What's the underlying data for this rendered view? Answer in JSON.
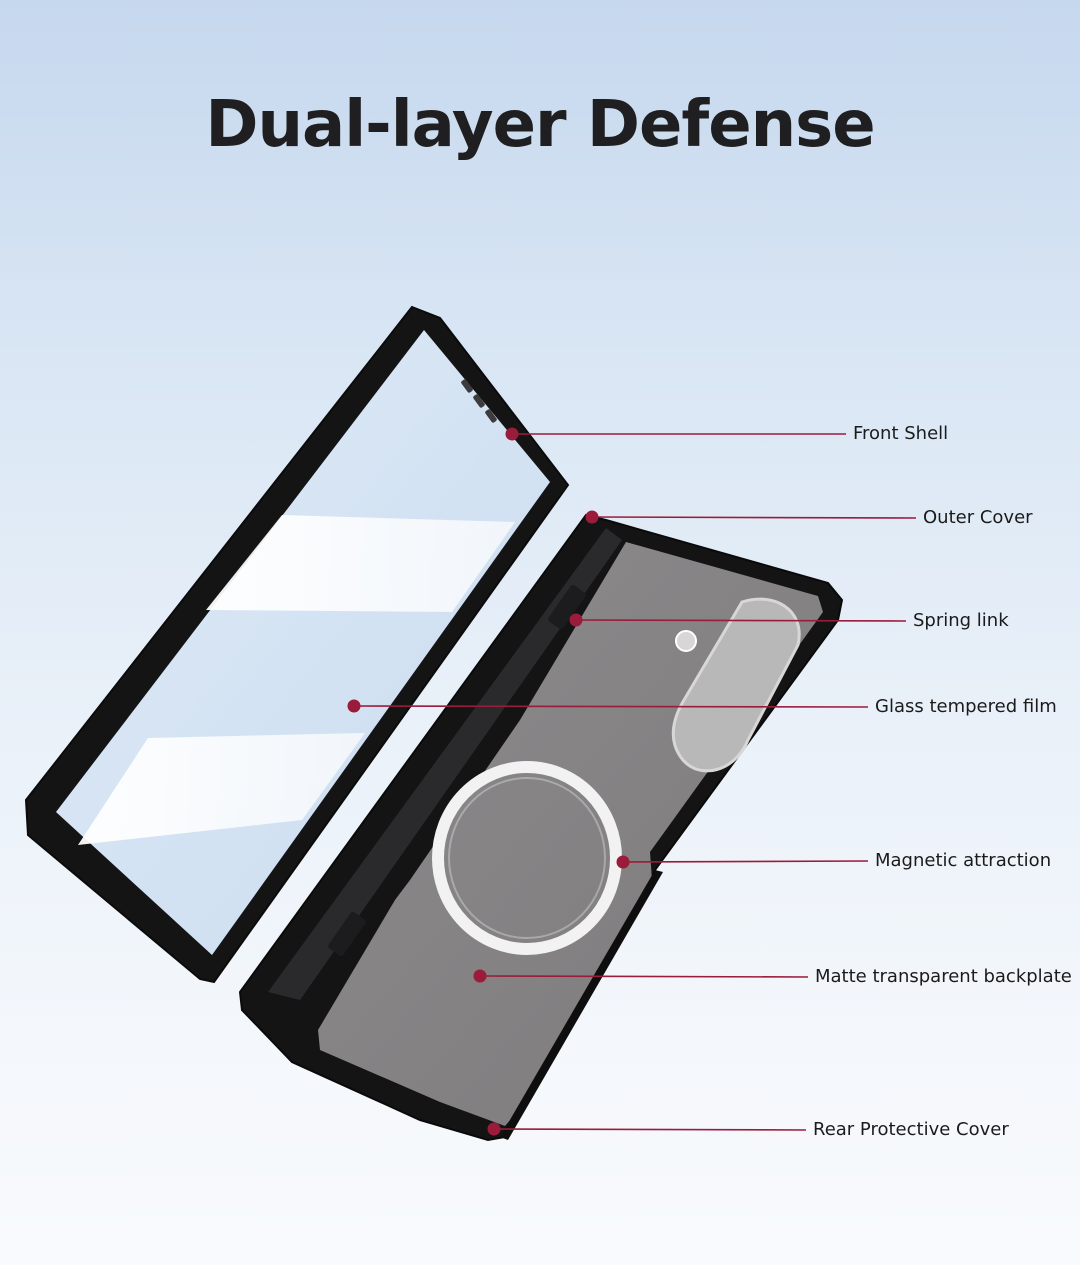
{
  "title": "Dual-layer Defense",
  "accent_color": "#9b1b3a",
  "callouts": [
    {
      "label": "Front Shell"
    },
    {
      "label": "Outer Cover"
    },
    {
      "label": "Spring link"
    },
    {
      "label": "Glass tempered film"
    },
    {
      "label": "Magnetic attraction"
    },
    {
      "label": "Matte transparent backplate"
    },
    {
      "label": "Rear Protective Cover"
    }
  ]
}
